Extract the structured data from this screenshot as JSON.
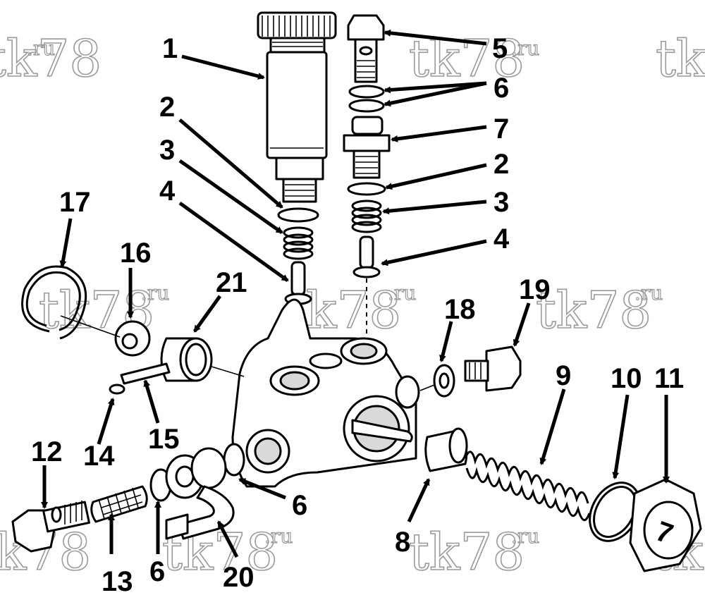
{
  "watermark": {
    "text": "tk78",
    "suffix": ".ru"
  },
  "callouts": [
    {
      "id": "1",
      "label": "1"
    },
    {
      "id": "2a",
      "label": "2"
    },
    {
      "id": "3a",
      "label": "3"
    },
    {
      "id": "4a",
      "label": "4"
    },
    {
      "id": "5",
      "label": "5"
    },
    {
      "id": "6a",
      "label": "6"
    },
    {
      "id": "7",
      "label": "7"
    },
    {
      "id": "2b",
      "label": "2"
    },
    {
      "id": "3b",
      "label": "3"
    },
    {
      "id": "4b",
      "label": "4"
    },
    {
      "id": "17",
      "label": "17"
    },
    {
      "id": "16",
      "label": "16"
    },
    {
      "id": "21",
      "label": "21"
    },
    {
      "id": "18",
      "label": "18"
    },
    {
      "id": "19",
      "label": "19"
    },
    {
      "id": "9",
      "label": "9"
    },
    {
      "id": "10",
      "label": "10"
    },
    {
      "id": "11",
      "label": "11"
    },
    {
      "id": "12",
      "label": "12"
    },
    {
      "id": "14",
      "label": "14"
    },
    {
      "id": "15",
      "label": "15"
    },
    {
      "id": "6b",
      "label": "6"
    },
    {
      "id": "8",
      "label": "8"
    },
    {
      "id": "13",
      "label": "13"
    },
    {
      "id": "6c",
      "label": "6"
    },
    {
      "id": "20",
      "label": "20"
    }
  ],
  "plug_marking": "7"
}
